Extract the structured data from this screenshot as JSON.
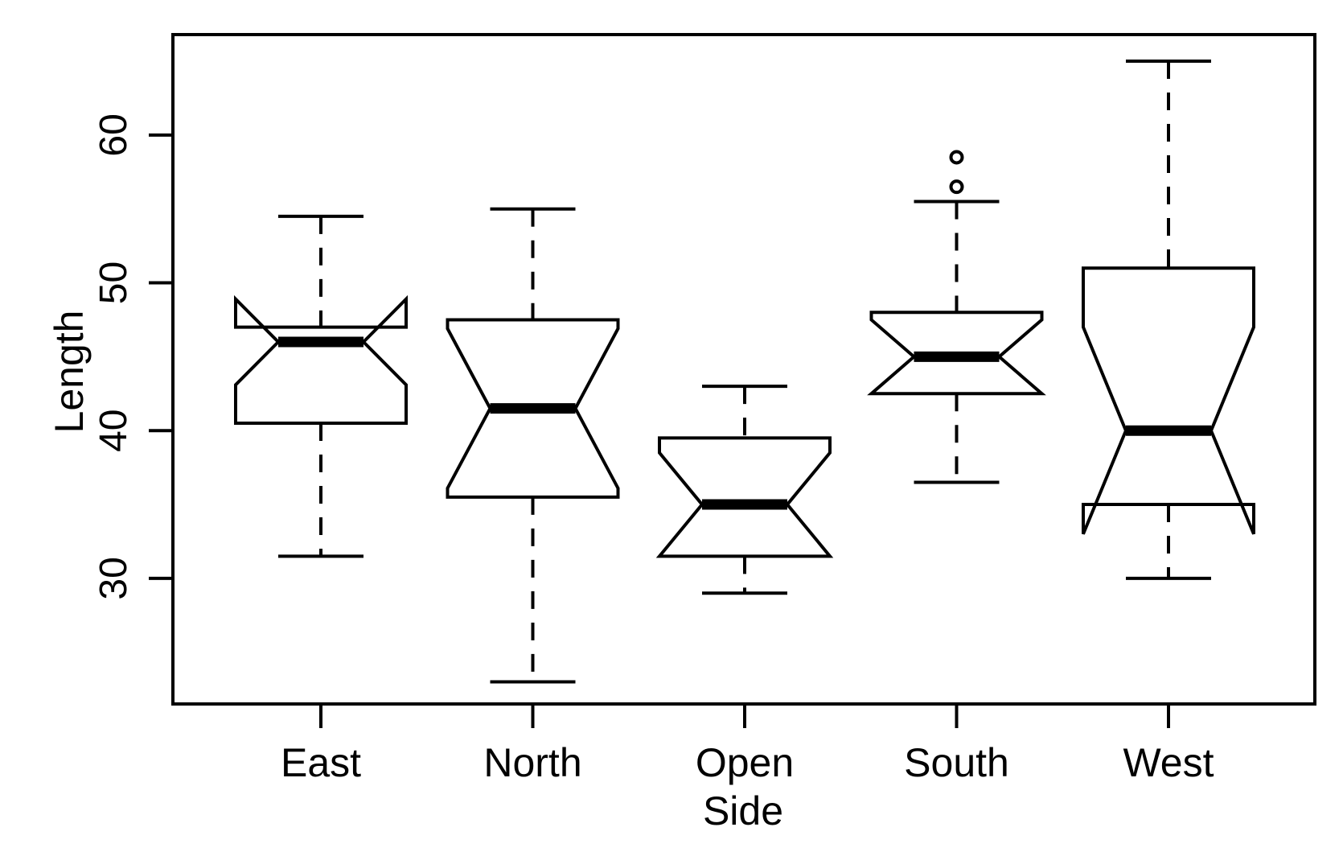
{
  "chart_data": {
    "type": "boxplot",
    "notched": true,
    "title": "",
    "xlabel": "Side",
    "ylabel": "Length",
    "ylim": [
      21.5,
      66.8
    ],
    "yticks": [
      30,
      40,
      50,
      60
    ],
    "categories": [
      "East",
      "North",
      "Open",
      "South",
      "West"
    ],
    "boxes": [
      {
        "name": "East",
        "lower_whisker": 31.5,
        "q1": 40.5,
        "median": 46.0,
        "q3": 47.0,
        "upper_whisker": 54.5,
        "notch_low": 43.1,
        "notch_high": 48.9,
        "outliers": []
      },
      {
        "name": "North",
        "lower_whisker": 23.0,
        "q1": 35.5,
        "median": 41.5,
        "q3": 47.5,
        "upper_whisker": 55.0,
        "notch_low": 36.1,
        "notch_high": 46.9,
        "outliers": []
      },
      {
        "name": "Open",
        "lower_whisker": 29.0,
        "q1": 31.5,
        "median": 35.0,
        "q3": 39.5,
        "upper_whisker": 43.0,
        "notch_low": 31.5,
        "notch_high": 38.5,
        "outliers": []
      },
      {
        "name": "South",
        "lower_whisker": 36.5,
        "q1": 42.5,
        "median": 45.0,
        "q3": 48.0,
        "upper_whisker": 55.5,
        "notch_low": 42.5,
        "notch_high": 47.5,
        "outliers": [
          56.5,
          58.5
        ]
      },
      {
        "name": "West",
        "lower_whisker": 30.0,
        "q1": 35.0,
        "median": 40.0,
        "q3": 51.0,
        "upper_whisker": 65.0,
        "notch_low": 33.0,
        "notch_high": 47.0,
        "outliers": []
      }
    ],
    "grid": false,
    "legend": "none",
    "colors": {
      "line": "#000000",
      "fill": "#ffffff"
    }
  }
}
